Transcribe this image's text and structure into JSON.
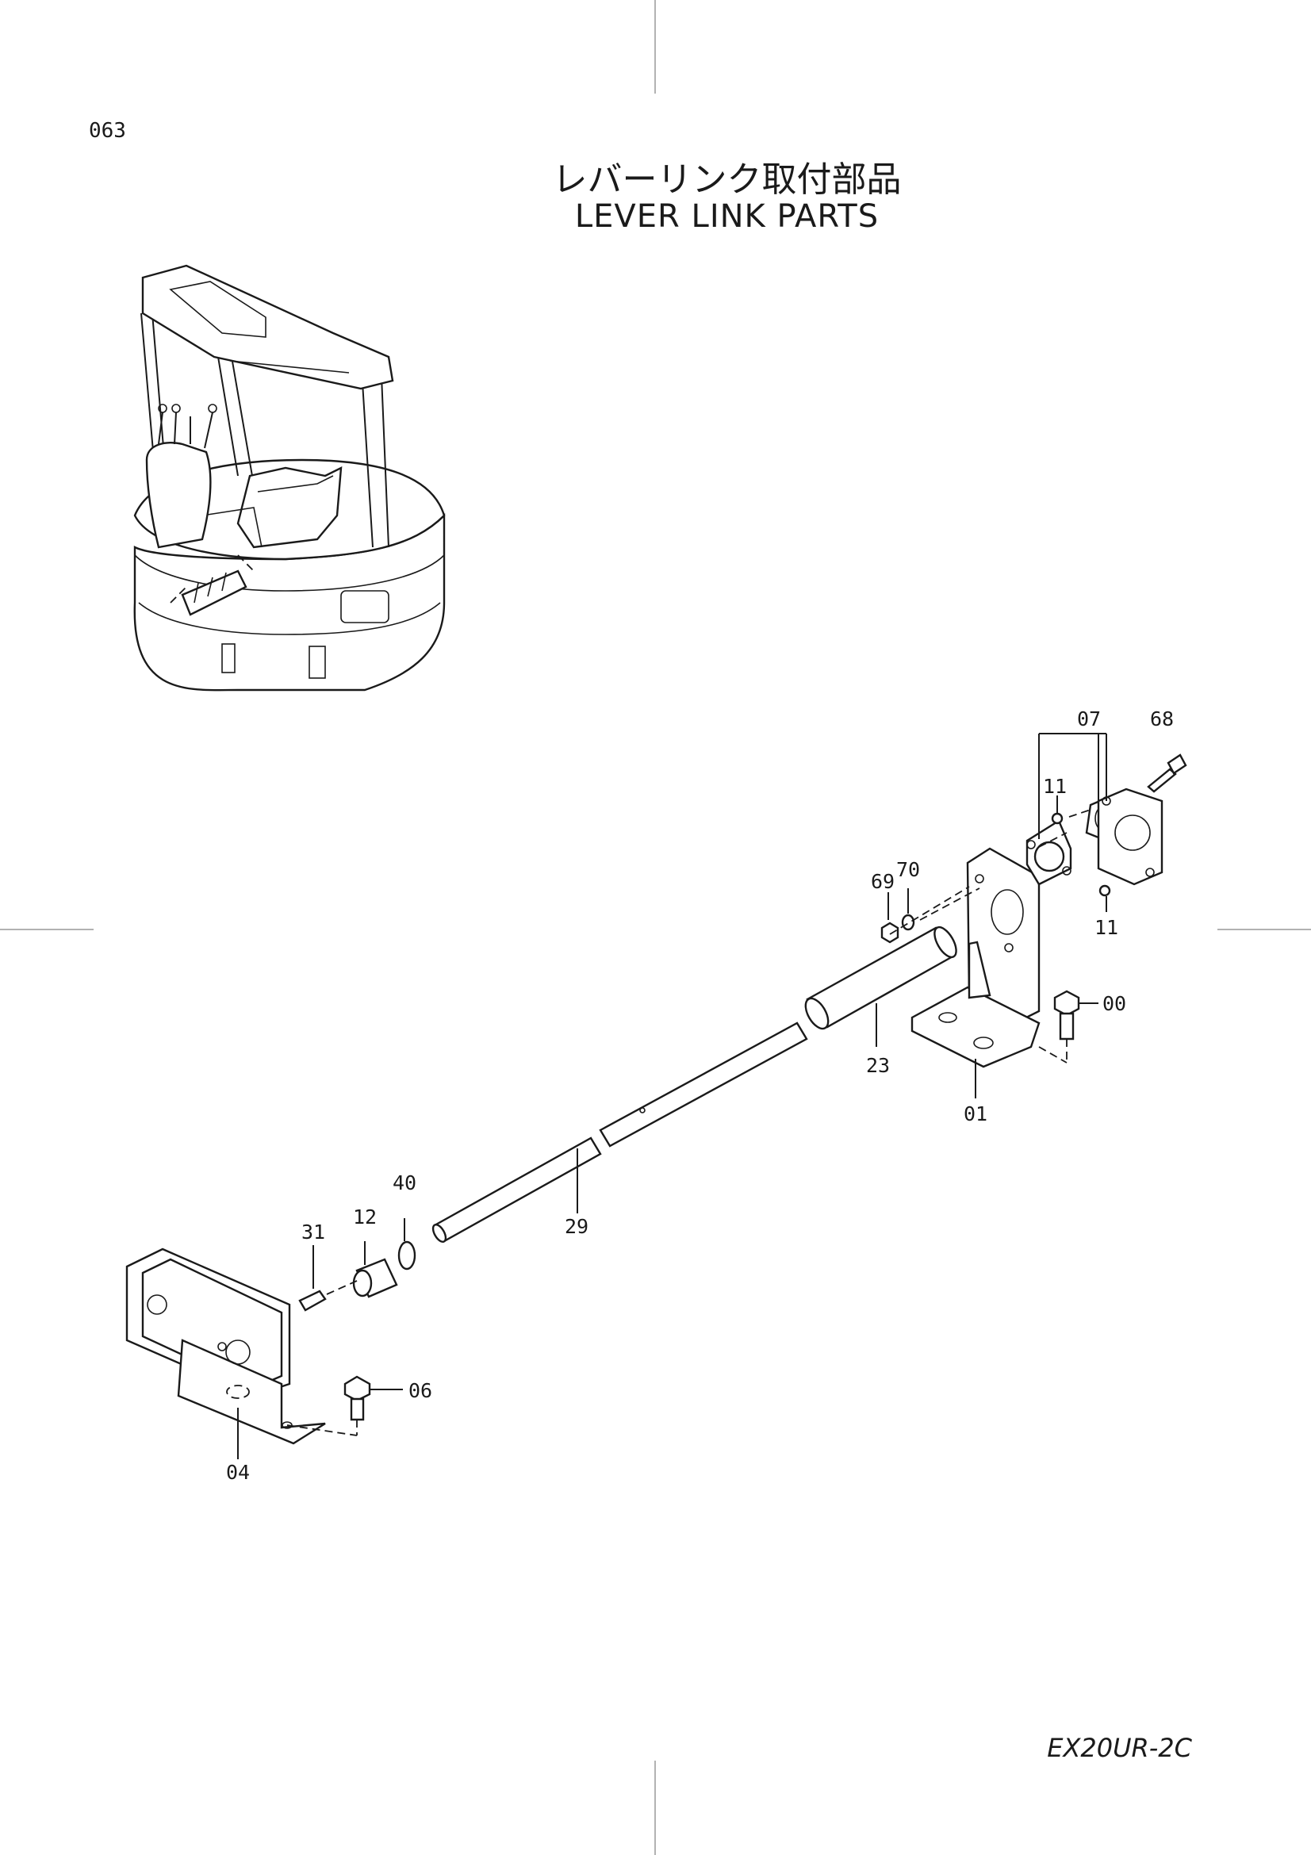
{
  "page_number": "063",
  "title_jp": "レバーリンク取付部品",
  "title_en": "LEVER LINK PARTS",
  "model": "EX20UR-2C",
  "callouts": [
    "07",
    "68",
    "11",
    "69",
    "70",
    "11",
    "00",
    "23",
    "01",
    "40",
    "12",
    "29",
    "31",
    "06",
    "04"
  ]
}
